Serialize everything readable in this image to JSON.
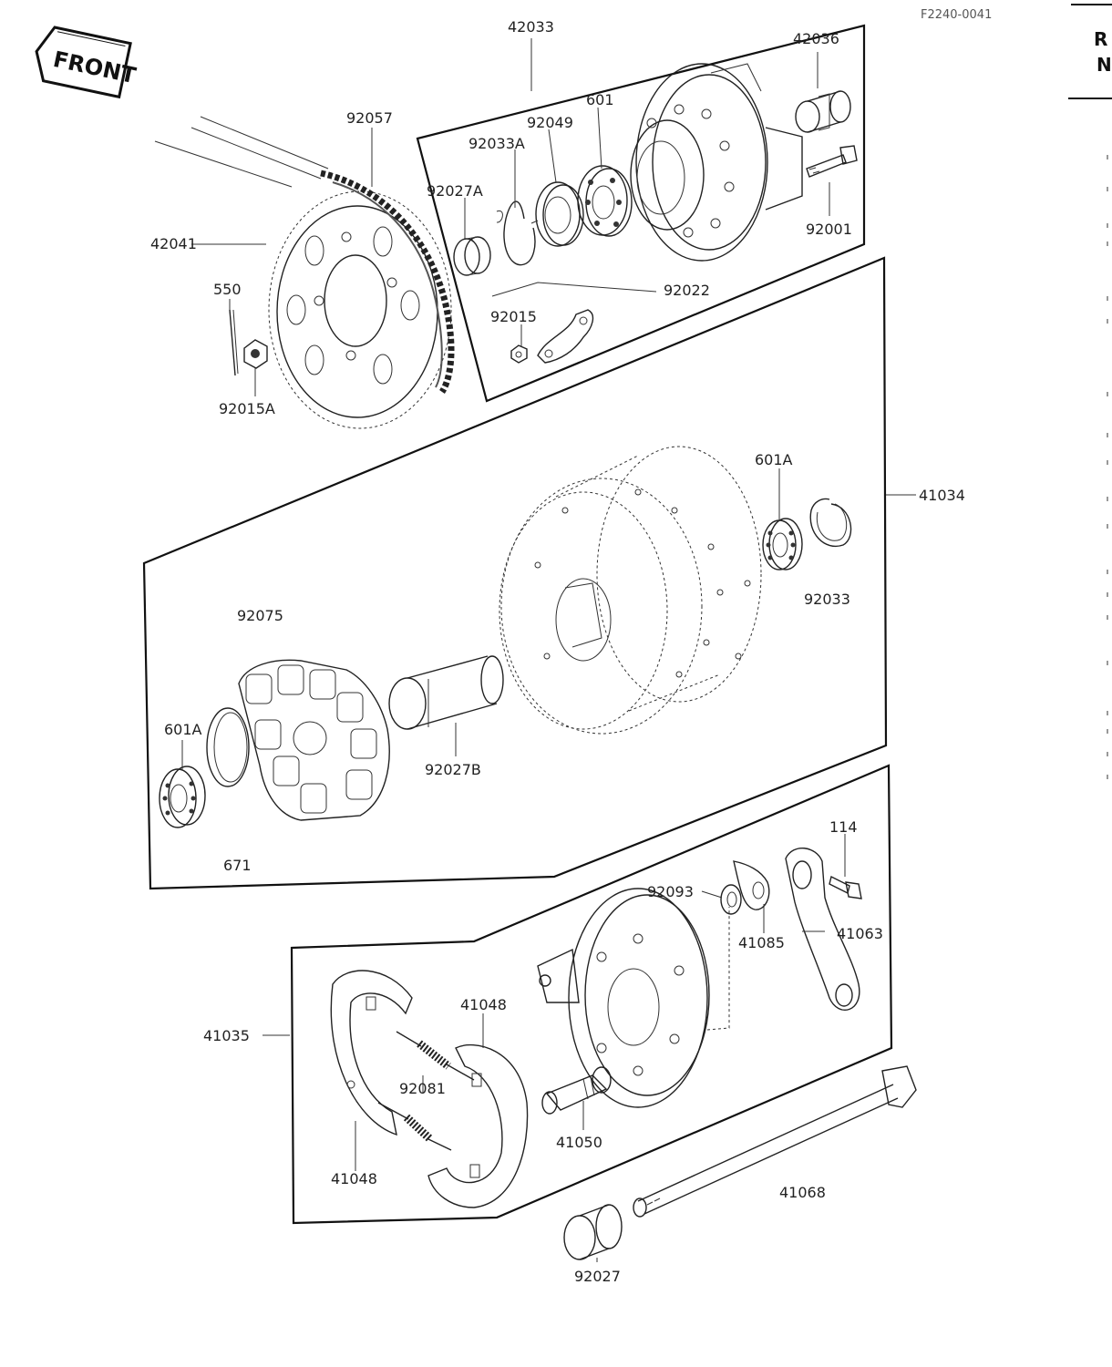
{
  "header": {
    "ref_code": "F2240-0041",
    "side_text_top": "R",
    "side_text_bottom": "N"
  },
  "front_badge": {
    "label": "FRONT",
    "icon": "arrow-front-icon"
  },
  "parts": {
    "p42033": "42033",
    "p42036": "42036",
    "p92057": "92057",
    "p601": "601",
    "p92049": "92049",
    "p92033A": "92033A",
    "p92027A": "92027A",
    "p42041": "42041",
    "p92001": "92001",
    "p550": "550",
    "p92022": "92022",
    "p92015": "92015",
    "p92015A": "92015A",
    "p601A_top": "601A",
    "p41034": "41034",
    "p92033": "92033",
    "p92075": "92075",
    "p601A_left": "601A",
    "p92027B": "92027B",
    "p671": "671",
    "p114": "114",
    "p92093": "92093",
    "p41085": "41085",
    "p41063": "41063",
    "p41048_top": "41048",
    "p41035": "41035",
    "p92081": "92081",
    "p41050": "41050",
    "p41048_bottom": "41048",
    "p41068": "41068",
    "p92027": "92027"
  }
}
